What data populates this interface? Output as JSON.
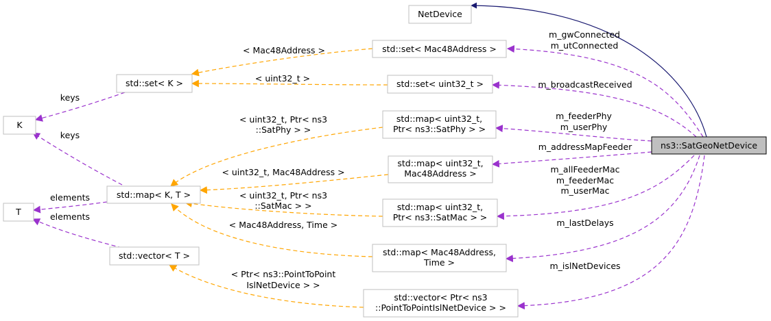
{
  "colors": {
    "inheritance": "#191970",
    "member": "#9a32cd",
    "template": "#ffa500",
    "node_border": "#bfbfbf",
    "focus_fill": "#bfbfbf"
  },
  "nodes": {
    "netdevice": "NetDevice",
    "set_mac48": "std::set< Mac48Address >",
    "set_k": "std::set< K >",
    "set_uint32": "std::set< uint32_t >",
    "K": "K",
    "map_satphy": [
      "std::map< uint32_t,",
      "Ptr< ns3::SatPhy > >"
    ],
    "satgeo": "ns3::SatGeoNetDevice",
    "map_mac48": [
      "std::map< uint32_t,",
      "Mac48Address >"
    ],
    "map_kt": "std::map< K, T >",
    "T": "T",
    "map_satmac": [
      "std::map< uint32_t,",
      "Ptr< ns3::SatMac > >"
    ],
    "vector_t": "std::vector< T >",
    "map_time": [
      "std::map< Mac48Address,",
      "Time >"
    ],
    "vector_isl": [
      "std::vector< Ptr< ns3",
      "::PointToPointIslNetDevice > >"
    ]
  },
  "edge_labels": {
    "gw_ut": [
      "m_gwConnected",
      "m_utConnected"
    ],
    "broadcast": "m_broadcastReceived",
    "feeder_user_phy": [
      "m_feederPhy",
      "m_userPhy"
    ],
    "address_map": "m_addressMapFeeder",
    "feeder_user_mac": [
      "m_allFeederMac",
      "m_feederMac",
      "m_userMac"
    ],
    "last_delays": "m_lastDelays",
    "isl": "m_islNetDevices",
    "t_mac48": "< Mac48Address >",
    "t_uint32": "< uint32_t >",
    "keys_set": "keys",
    "keys_map": "keys",
    "t_satphy": [
      "< uint32_t, Ptr< ns3",
      "::SatPhy > >"
    ],
    "t_uint_mac48": "< uint32_t, Mac48Address >",
    "t_satmac": [
      "< uint32_t, Ptr< ns3",
      "::SatMac > >"
    ],
    "t_mac_time": "< Mac48Address, Time >",
    "elements_map": "elements",
    "elements_vector": "elements",
    "t_isl": [
      "< Ptr< ns3::PointToPoint",
      "IslNetDevice > >"
    ]
  }
}
